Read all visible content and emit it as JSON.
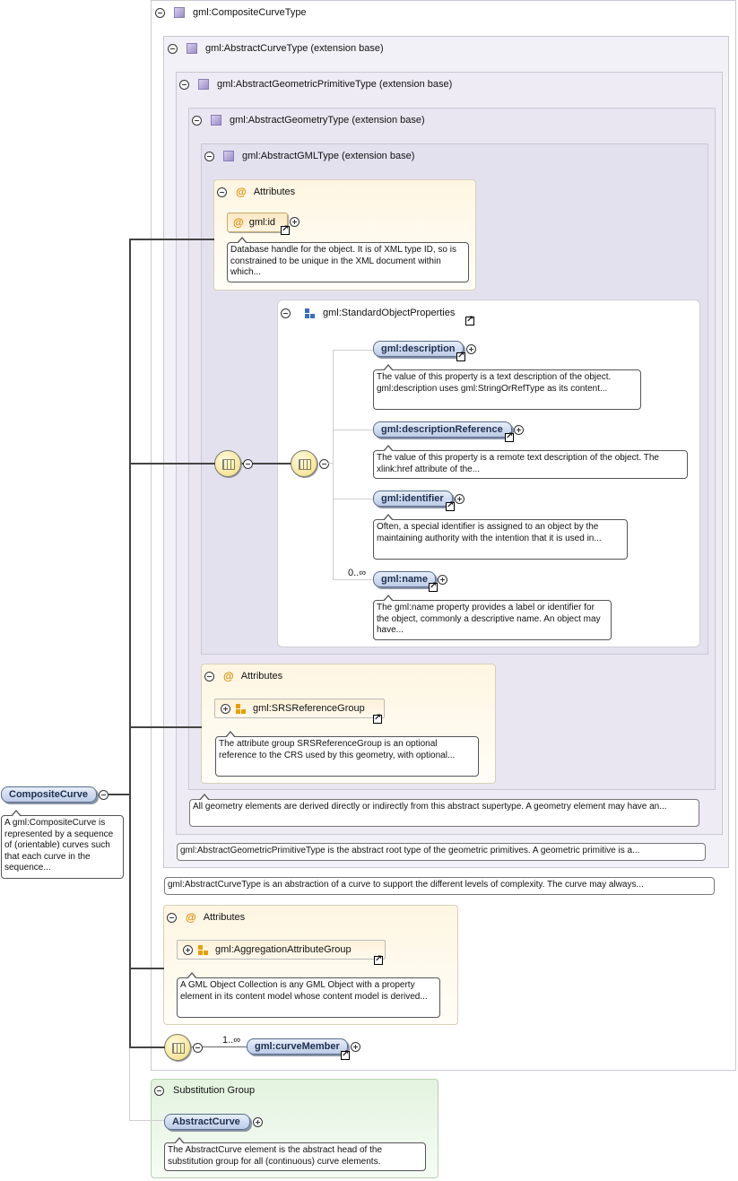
{
  "composite_curve_type": {
    "label": "gml:CompositeCurveType",
    "toggle": "collapse",
    "icon": "complex-type-icon"
  },
  "abstract_curve_type": {
    "label": "gml:AbstractCurveType (extension base)",
    "description": "gml:AbstractCurveType is an abstraction of a curve to support the different levels of complexity. The curve may always..."
  },
  "abstract_geometric_primitive_type": {
    "label": "gml:AbstractGeometricPrimitiveType (extension base)",
    "description": "gml:AbstractGeometricPrimitiveType is the abstract root type of the geometric primitives. A geometric primitive is a..."
  },
  "abstract_geometry_type": {
    "label": "gml:AbstractGeometryType (extension base)",
    "description": "All geometry elements are derived directly or indirectly from this abstract supertype. A geometry element may have an..."
  },
  "abstract_gml_type": {
    "label": "gml:AbstractGMLType (extension base)"
  },
  "attributes_gml": {
    "header": "Attributes",
    "item": "gml:id",
    "description": "Database handle for the object. It is of XML type ID, so is constrained to be unique in the XML document within which..."
  },
  "standard_object_properties": {
    "label": "gml:StandardObjectProperties",
    "elements": [
      {
        "name": "gml:description",
        "description": "The value of this property is a text description of the object. gml:description uses gml:StringOrRefType as its content..."
      },
      {
        "name": "gml:descriptionReference",
        "description": "The value of this property is a remote text description of the object. The xlink:href attribute of the..."
      },
      {
        "name": "gml:identifier",
        "description": "Often, a special identifier is assigned to an object by the maintaining authority with the intention that it is used in..."
      },
      {
        "name": "gml:name",
        "occurrence": "0..∞",
        "description": "The gml:name property provides a label or identifier for the object, commonly a descriptive name. An object may have..."
      }
    ]
  },
  "attributes_geometry": {
    "header": "Attributes",
    "group": "gml:SRSReferenceGroup",
    "description": "The attribute group SRSReferenceGroup is an optional reference to the CRS used by this geometry, with optional..."
  },
  "attributes_composite": {
    "header": "Attributes",
    "group": "gml:AggregationAttributeGroup",
    "description": "A GML Object Collection is any GML Object with a property element in its content model whose content model is derived..."
  },
  "curve_member": {
    "name": "gml:curveMember",
    "occurrence": "1..∞"
  },
  "root_element": {
    "name": "CompositeCurve",
    "description": "A gml:CompositeCurve is represented by a sequence of (orientable) curves such that each curve in the sequence..."
  },
  "substitution_group": {
    "header": "Substitution Group",
    "element": "AbstractCurve",
    "description": "The AbstractCurve element is the abstract head of the substitution group for all (continuous) curve elements."
  },
  "colors": {
    "type_box_bg": "#ece9f3",
    "attribute_bg": "#fef6e2",
    "sequence_bg": "#ffffff",
    "substitution_bg": "#eef8ec",
    "element_fill": "#c6d4ec",
    "connector": "#444444"
  }
}
